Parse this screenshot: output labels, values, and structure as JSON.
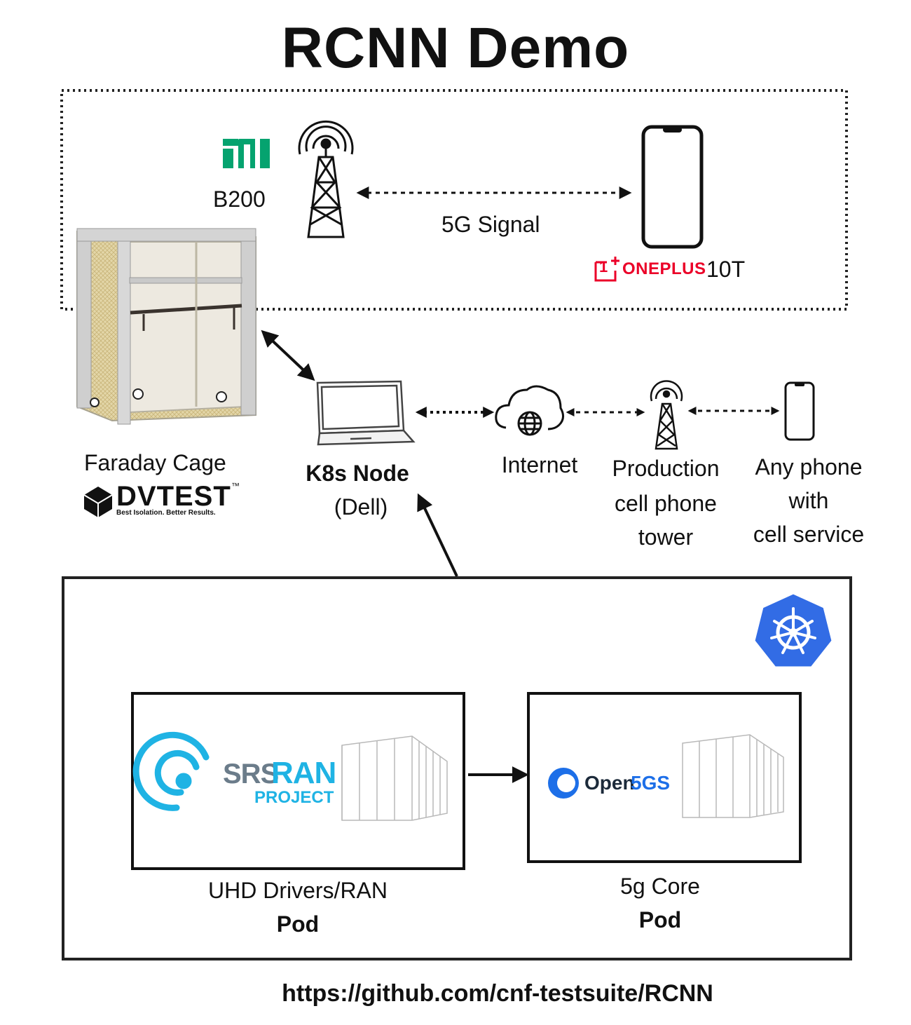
{
  "title": "RCNN Demo",
  "labels": {
    "b200": "B200",
    "signal": "5G Signal",
    "oneplus_brand": "ONEPLUS",
    "oneplus_model": "10T",
    "oneplus_mark": "1",
    "faraday": "Faraday Cage",
    "dvtest_brand": "DVTEST",
    "dvtest_tm": "™",
    "dvtest_tagline": "Best Isolation. Better Results.",
    "k8s_node": "K8s Node",
    "k8s_node_sub": "(Dell)",
    "internet": "Internet",
    "tower_line1": "Production",
    "tower_line2": "cell phone",
    "tower_line3": "tower",
    "phone_line1": "Any phone",
    "phone_line2": "with",
    "phone_line3": "cell service",
    "srs_brand": "SRS",
    "srs_ran": "RAN",
    "srs_project": "PROJECT",
    "open5gs_open": "Open",
    "open5gs_5gs": "5GS",
    "pod1_name": "UHD Drivers/RAN",
    "pod1_kind": "Pod",
    "pod2_name": "5g Core",
    "pod2_kind": "Pod"
  },
  "url": "https://github.com/cnf-testsuite/RCNN",
  "colors": {
    "ni_green": "#05a36f",
    "oneplus_red": "#eb0028",
    "k8s_blue": "#326ce5",
    "srs_cyan": "#1fb3e4",
    "srs_gray": "#6b7c8a",
    "open5gs_blue": "#1d6fe8"
  },
  "icons": [
    "ni-logo-icon",
    "cell-tower-icon",
    "smartphone-icon",
    "oneplus-logo-icon",
    "faraday-cage-icon",
    "dvtest-logo-icon",
    "laptop-icon",
    "cloud-globe-icon",
    "kubernetes-icon",
    "srsran-logo-icon",
    "open5gs-logo-icon",
    "container-icon"
  ]
}
